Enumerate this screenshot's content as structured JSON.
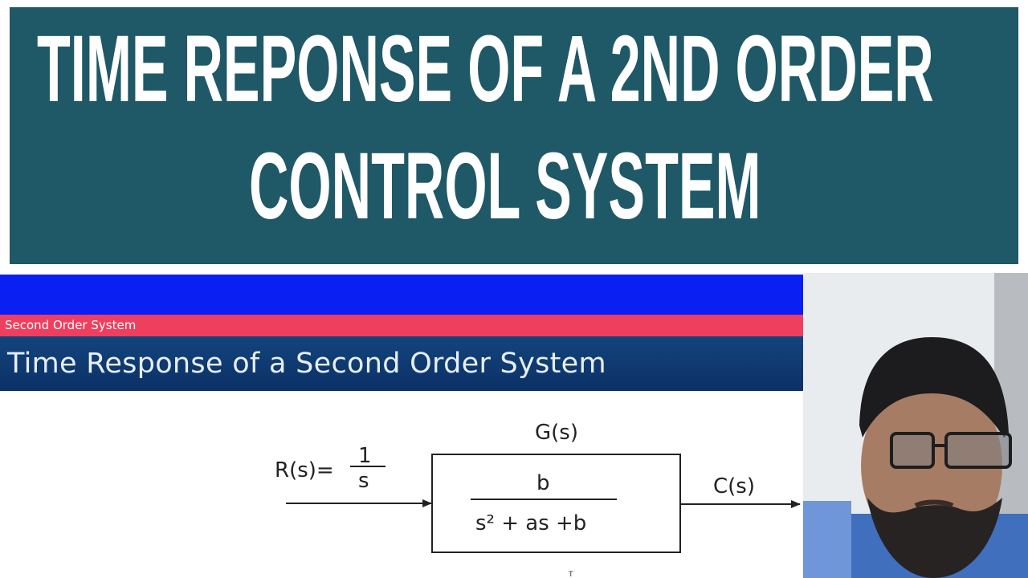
{
  "banner": {
    "title_line_1": "TIME REPONSE OF A 2ND ORDER",
    "title_line_2": "CONTROL SYSTEM"
  },
  "slide": {
    "section": "Second Order System",
    "title": "Time Response of a Second Order System",
    "diagram": {
      "input_label": "R(s)=",
      "input_numerator": "1",
      "input_denominator": "s",
      "block_label": "G(s)",
      "transfer_numerator": "b",
      "transfer_denominator": "s² + as  +b",
      "output_label": "C(s)"
    },
    "cursor_mark": "T"
  },
  "colors": {
    "banner": "#1f5866",
    "slide_topbar": "#0a1ff2",
    "slide_section": "#ef3f5e",
    "slide_title": "#0b3166"
  }
}
